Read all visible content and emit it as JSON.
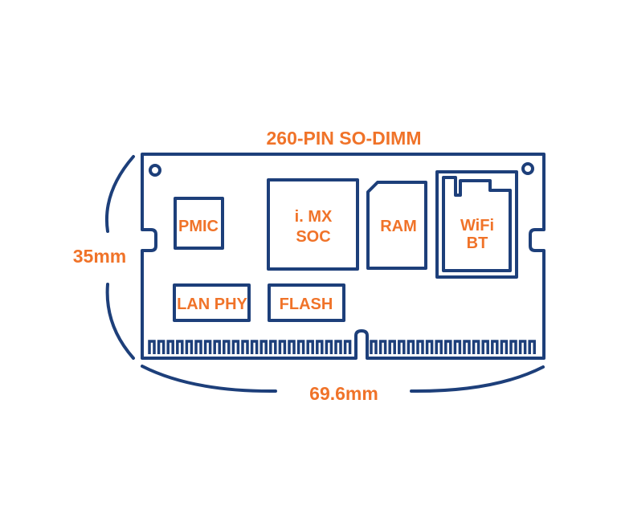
{
  "title": "260-PIN SO-DIMM",
  "height_label": "35mm",
  "width_label": "69.6mm",
  "components": {
    "pmic": "PMIC",
    "soc_line1": "i. MX",
    "soc_line2": "SOC",
    "ram": "RAM",
    "wifi_line1": "WiFi",
    "wifi_line2": "BT",
    "lan_phy": "LAN PHY",
    "flash": "FLASH"
  },
  "colors": {
    "outline": "#1d3f7a",
    "text": "#f07329",
    "background": "#ffffff"
  }
}
